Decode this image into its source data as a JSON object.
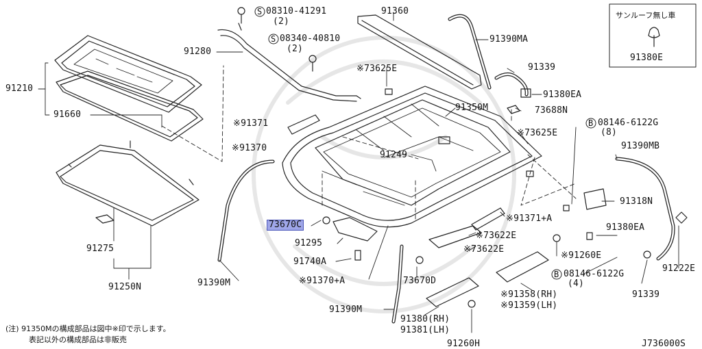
{
  "inset": {
    "title": "サンルーフ無し車",
    "part": "91380E"
  },
  "labels": {
    "p08310": "08310-41291",
    "q2a": "(2)",
    "p08340": "08340-40810",
    "q2b": "(2)",
    "p91360": "91360",
    "p91390MA": "91390MA",
    "p91339a": "91339",
    "p91380EA_top": "91380EA",
    "p73688N": "73688N",
    "p91350M": "91350M",
    "p73625E_top": "※73625E",
    "p73625E_right": "※73625E",
    "p91280": "91280",
    "p91210": "91210",
    "p91660": "91660",
    "p91371": "※91371",
    "p91370": "※91370",
    "p91249": "91249",
    "p08146_top": "08146-6122G",
    "q8": "(8)",
    "p91390MB": "91390MB",
    "p91318N": "91318N",
    "p91371A": "※91371+A",
    "p73670C": "73670C",
    "p91295": "91295",
    "p73622E_a": "※73622E",
    "p73622E_b": "※73622E",
    "p91380EA_right": "91380EA",
    "p91260E": "※91260E",
    "p91275": "91275",
    "p91740A": "91740A",
    "p91370A": "※91370+A",
    "p73670D": "73670D",
    "p08146_bot": "08146-6122G",
    "q4": "(4)",
    "p91222E": "91222E",
    "p91358": "※91358(RH)",
    "p91359": "※91359(LH)",
    "p91339b": "91339",
    "p91250N": "91250N",
    "p91390M_left": "91390M",
    "p91390M_bot": "91390M",
    "p91380": "91380(RH)",
    "p91381": "91381(LH)",
    "p91260H": "91260H",
    "fig_id": "J736000S"
  },
  "notes": {
    "line1": "(注) 91350Mの構成部品は図中※印で示します。",
    "line2": "表記以外の構成部品は非販売"
  },
  "symbols": {
    "screw": "S",
    "bolt": "B"
  }
}
